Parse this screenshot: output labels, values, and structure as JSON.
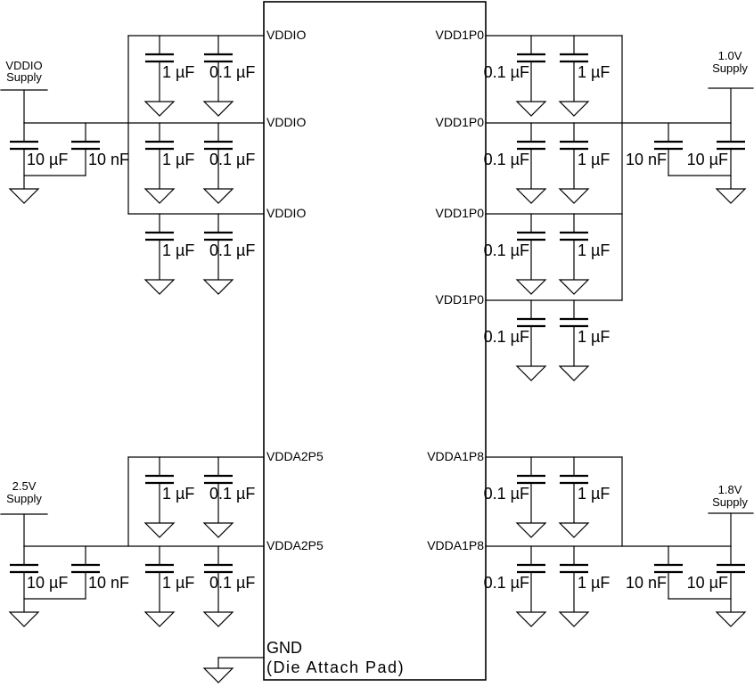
{
  "chip": {
    "pins_left": [
      "VDDIO",
      "VDDIO",
      "VDDIO",
      "VDDA2P5",
      "VDDA2P5"
    ],
    "pins_right": [
      "VDD1P0",
      "VDD1P0",
      "VDD1P0",
      "VDD1P0",
      "VDDA1P8",
      "VDDA1P8"
    ],
    "gnd_pin_label": "GND",
    "gnd_pin_sublabel": "(Die Attach Pad)"
  },
  "supplies": {
    "vddio": {
      "name": "VDDIO",
      "word": "Supply"
    },
    "v1p0": {
      "name": "1.0V",
      "word": "Supply"
    },
    "v2p5": {
      "name": "2.5V",
      "word": "Supply"
    },
    "v1p8": {
      "name": "1.8V",
      "word": "Supply"
    }
  },
  "cap_values": {
    "bypass_large": "1 µF",
    "bypass_small": "0.1 µF",
    "bulk_large": "10 µF",
    "bulk_small": "10 nF"
  },
  "colors": {
    "background": "#ffffff",
    "line": "#000000"
  }
}
